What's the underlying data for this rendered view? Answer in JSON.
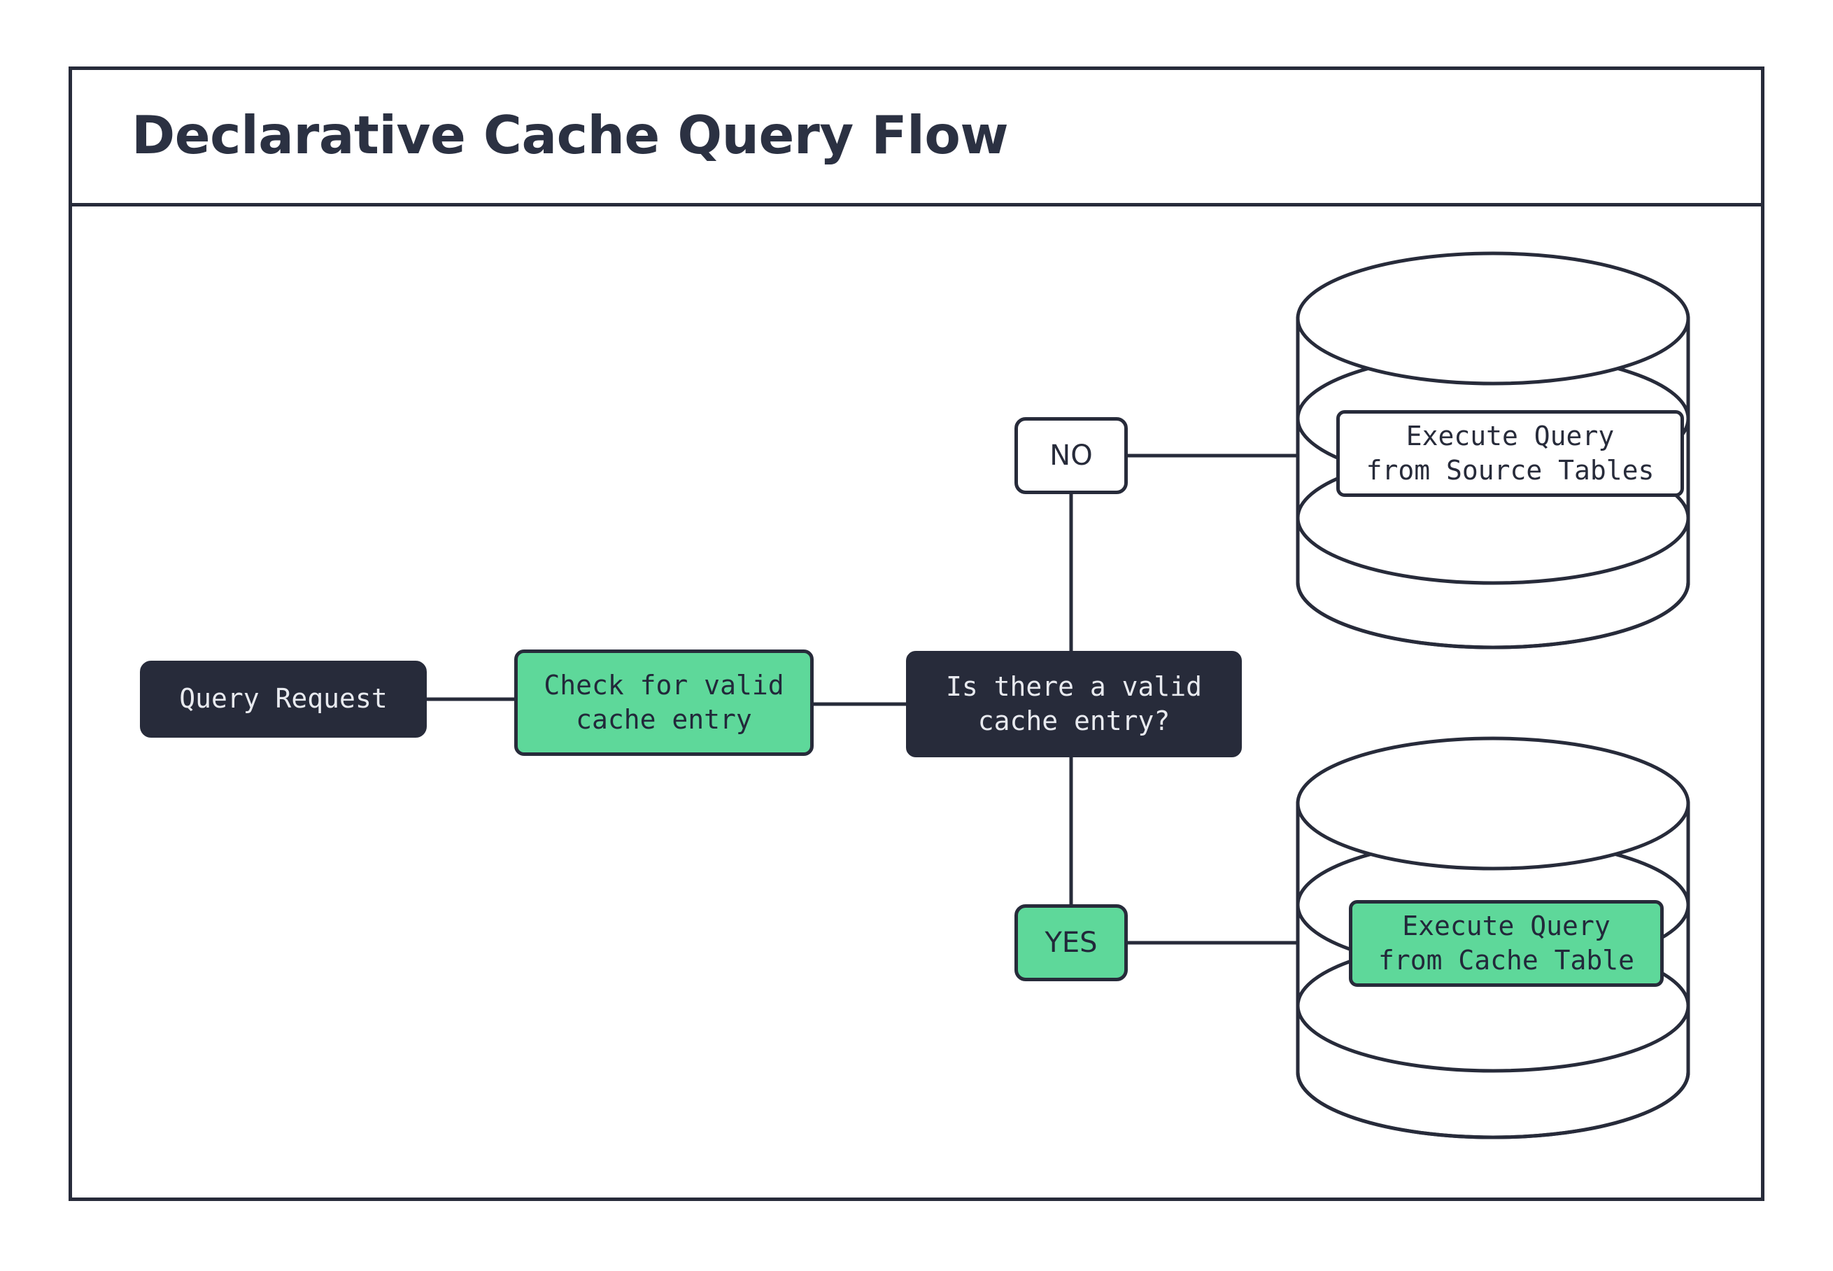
{
  "diagram": {
    "title": "Declarative Cache Query Flow",
    "colors": {
      "ink": "#272b3a",
      "accent_green": "#5ed89a",
      "surface": "#ffffff",
      "dark_text": "#e8eaef"
    },
    "nodes": {
      "query_request": "Query Request",
      "check_cache": "Check for valid\ncache entry",
      "decision": "Is there a valid\ncache entry?",
      "branch_no": "NO",
      "branch_yes": "YES",
      "source_db_label": "Execute Query\nfrom Source Tables",
      "cache_db_label": "Execute Query\nfrom Cache Table"
    },
    "edges": [
      {
        "from": "query_request",
        "to": "check_cache"
      },
      {
        "from": "check_cache",
        "to": "decision"
      },
      {
        "from": "decision",
        "to": "branch_no"
      },
      {
        "from": "decision",
        "to": "branch_yes"
      },
      {
        "from": "branch_no",
        "to": "source_database"
      },
      {
        "from": "branch_yes",
        "to": "cache_database"
      }
    ],
    "databases": [
      {
        "name": "source-database",
        "label": "Execute Query\nfrom Source Tables",
        "fill": "#ffffff"
      },
      {
        "name": "cache-database",
        "label": "Execute Query\nfrom Cache Table",
        "fill": "#5ed89a"
      }
    ]
  }
}
